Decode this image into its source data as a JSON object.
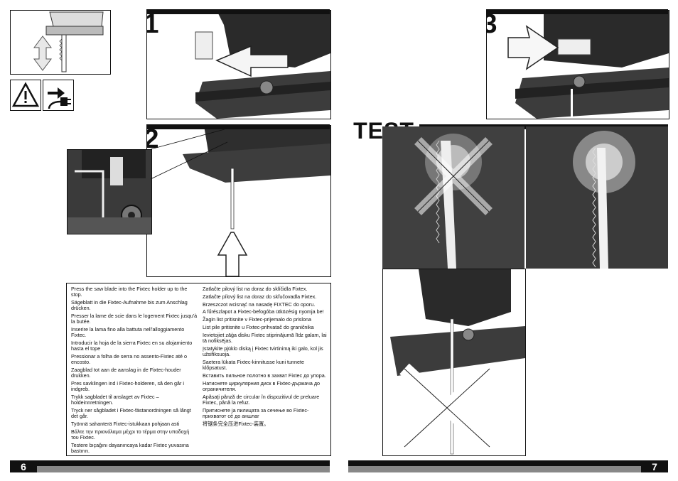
{
  "steps": {
    "one": "1",
    "two": "2",
    "three": "3",
    "test": "TEST"
  },
  "instructions_left": [
    "Press the saw blade into the Fixtec holder up to the stop.",
    "Sägeblatt in die Fixtec-Aufnahme bis zum Anschlag drücken.",
    "Presser la lame de scie dans le logement Fixtec jusqu'à la butée.",
    "Inserire la lama fino alla battuta nell'alloggiamento Fixtec.",
    "Introducir la hoja de la sierra Fixtec en su alojamiento hasta el tope",
    "Pressionar a folha de serra no assento-Fixtec até o encosto.",
    "Zaagblad tot aan de aanslag in de Fixtec-houder drukken.",
    "Pres savklingen ind i Fixtec-holderen, så den går i indgreb.",
    "Trykk sagbladet til anslaget av Fixtec – holdeinnretningen.",
    "Tryck ner sågbladet i Fixtec-fästanordningen så långt det går.",
    "Työnnä sahanterä Fixtec-istukkaan pohjaan asti",
    "Βάλτε την πριονόλαμα μέχρι το τέρμα στην υποδοχή του Fixtec.",
    "Testere bıçağını dayanıncaya kadar Fixtec yuvasına bastırın."
  ],
  "instructions_right": [
    "Zatlačte pilový list na doraz do sklíčidla Fixtex.",
    "Zatlačte pílový list na doraz do skľučovadla Fixtex.",
    "Brzeszczot wcisnąć na nasadę FIXTEC do oporu.",
    "A fűrészlapot a Fixtec-befogóba ütközésig nyomja be!",
    "Žagin list pritisnite v Fixtec-prijemalo do prislona",
    "List pile pritisnite u Fixtec-prihvatač do graničnika",
    "Ievietojiet zāģa disku Fixtec stiprinājumā līdz galam, lai tā nofiksējas.",
    "Įstatykite pjūklo diską į Fixtec tvirtinimą iki galo, kol jis užsifiksuoja.",
    "Saetera lükata Fixtec-kinnitusse kuni tunnete klõpsatust.",
    "Вставить пильное полотно в захват Fixtec до упора.",
    "Натиснете циркулярния диск в Fixtec-държача до ограничителя.",
    "Apăsaţi pânză de circular în dispozitivul de preluare Fixtec, până la refuz.",
    "Притиснете ја пилицата за сечење во Fixtec-прихватот сè до аншлаг",
    "将锯条完全压进Fixtec-装置。"
  ],
  "footer": {
    "page_left": "6",
    "page_right": "7"
  },
  "icons": [
    "up-down-arrow-icon",
    "warning-icon",
    "unplug-icon"
  ]
}
